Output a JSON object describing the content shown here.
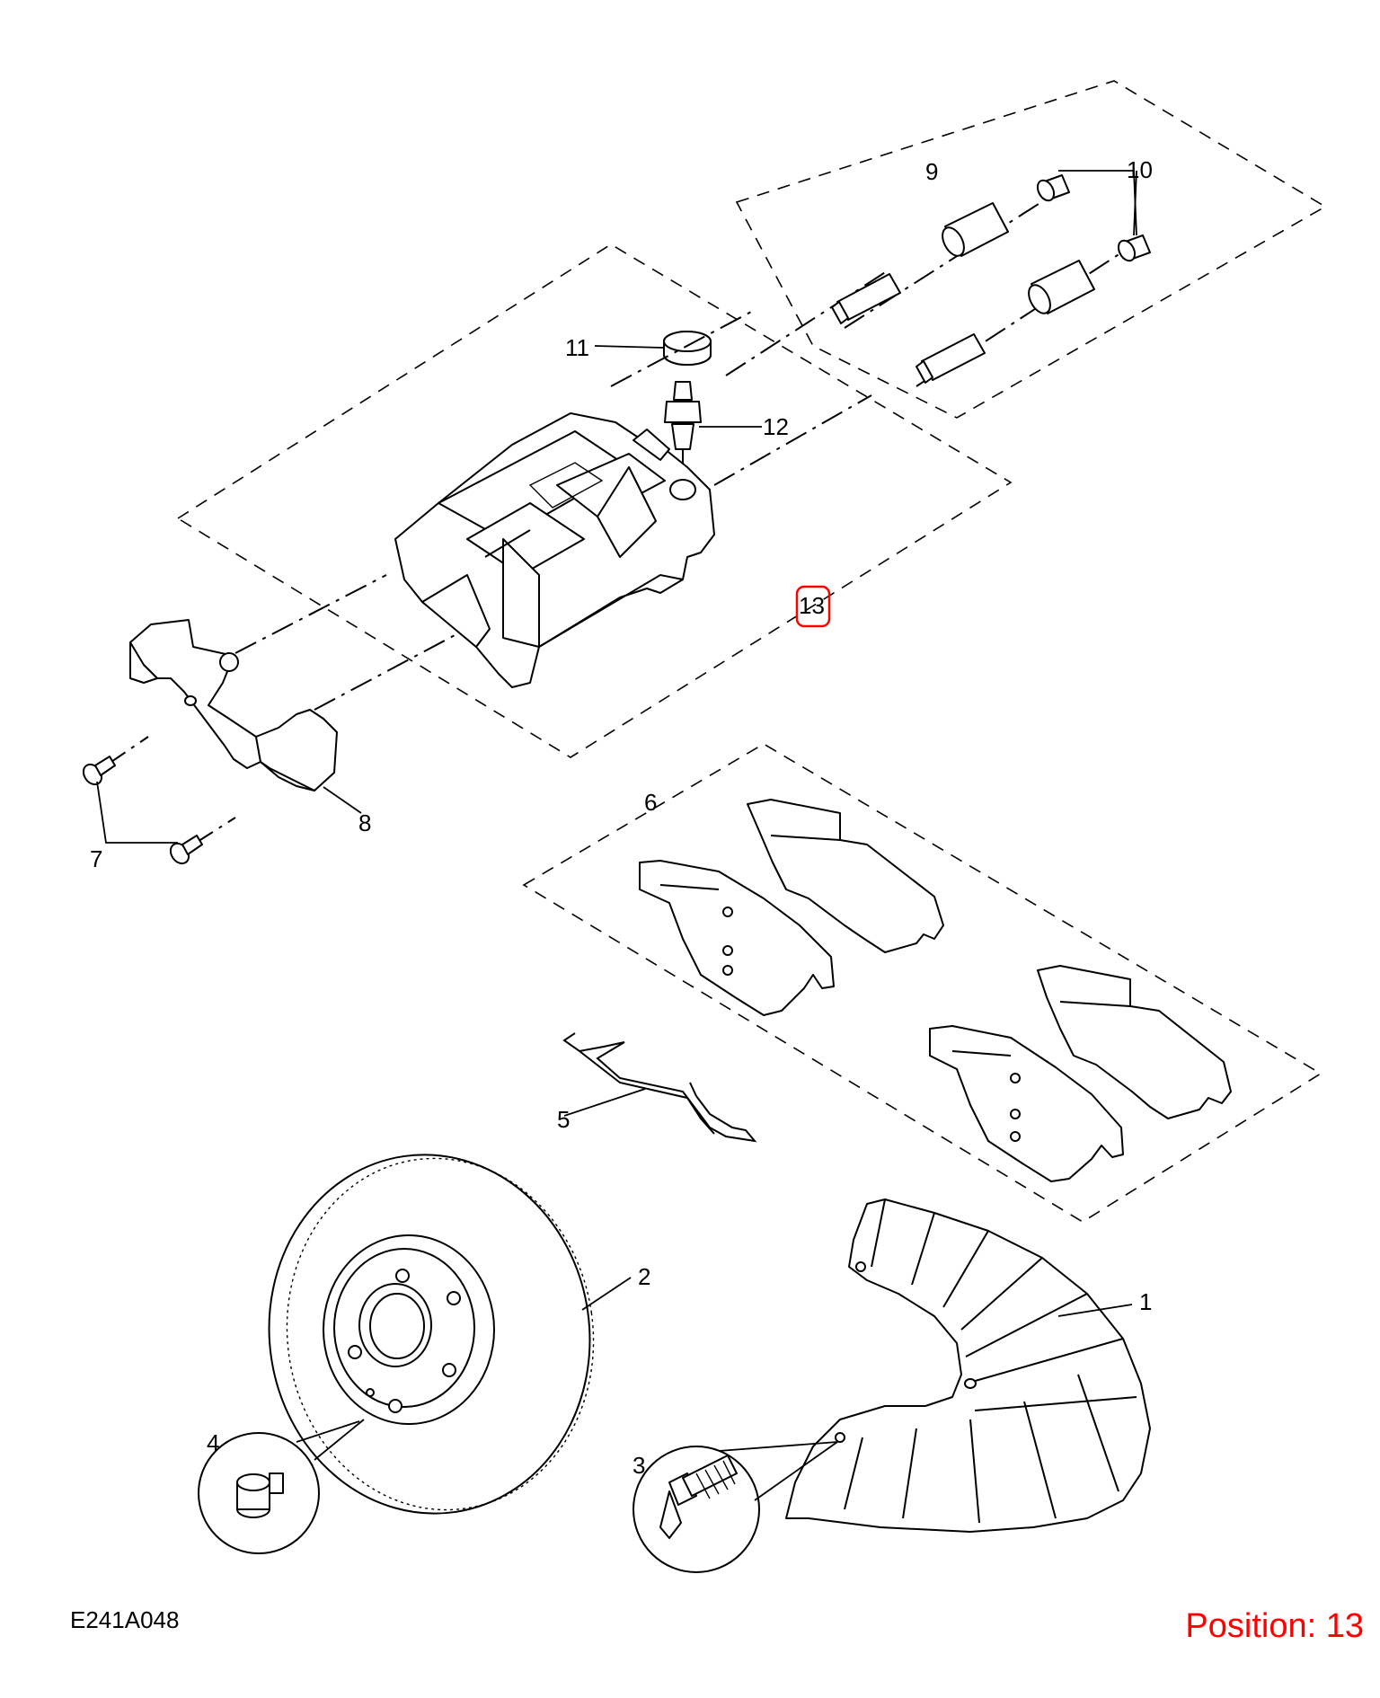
{
  "diagram": {
    "code": "E241A048",
    "position_text": "Position: 13",
    "highlight_color": "#ff0000",
    "callouts": [
      {
        "id": "1",
        "label": "1"
      },
      {
        "id": "2",
        "label": "2"
      },
      {
        "id": "3",
        "label": "3"
      },
      {
        "id": "4",
        "label": "4"
      },
      {
        "id": "5",
        "label": "5"
      },
      {
        "id": "6",
        "label": "6"
      },
      {
        "id": "7",
        "label": "7"
      },
      {
        "id": "8",
        "label": "8"
      },
      {
        "id": "9",
        "label": "9"
      },
      {
        "id": "10",
        "label": "10"
      },
      {
        "id": "11",
        "label": "11"
      },
      {
        "id": "12",
        "label": "12"
      },
      {
        "id": "13",
        "label": "13"
      }
    ]
  }
}
